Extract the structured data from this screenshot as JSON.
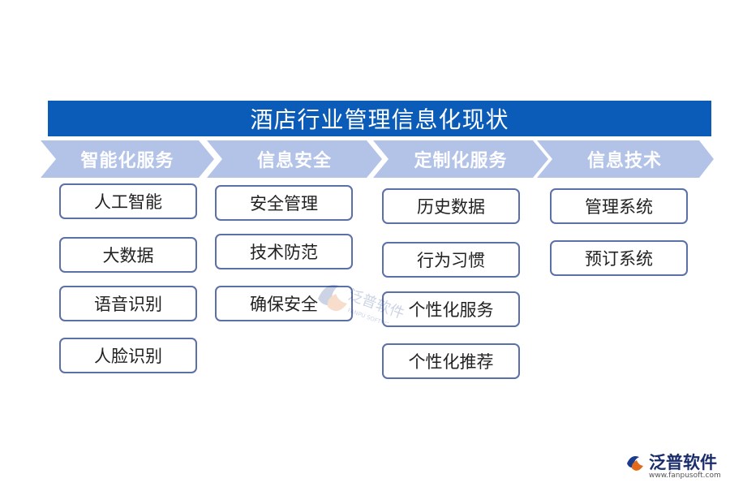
{
  "title": "酒店行业管理信息化现状",
  "colors": {
    "title_bg": "#0b5cb8",
    "chevron_fill": "#b3c3e8",
    "box_border": "#5b6fa8"
  },
  "columns": [
    {
      "header": "智能化服务",
      "items": [
        "人工智能",
        "大数据",
        "语音识别",
        "人脸识别"
      ]
    },
    {
      "header": "信息安全",
      "items": [
        "安全管理",
        "技术防范",
        "确保安全"
      ]
    },
    {
      "header": "定制化服务",
      "items": [
        "历史数据",
        "行为习惯",
        "个性化服务",
        "个性化推荐"
      ]
    },
    {
      "header": "信息技术",
      "items": [
        "管理系统",
        "预订系统"
      ]
    }
  ],
  "watermark": {
    "brand": "泛普软件",
    "sub": "FANPU SOFTWARE"
  },
  "logo": {
    "brand": "泛普软件",
    "url": "www.fanpusoft.com"
  }
}
